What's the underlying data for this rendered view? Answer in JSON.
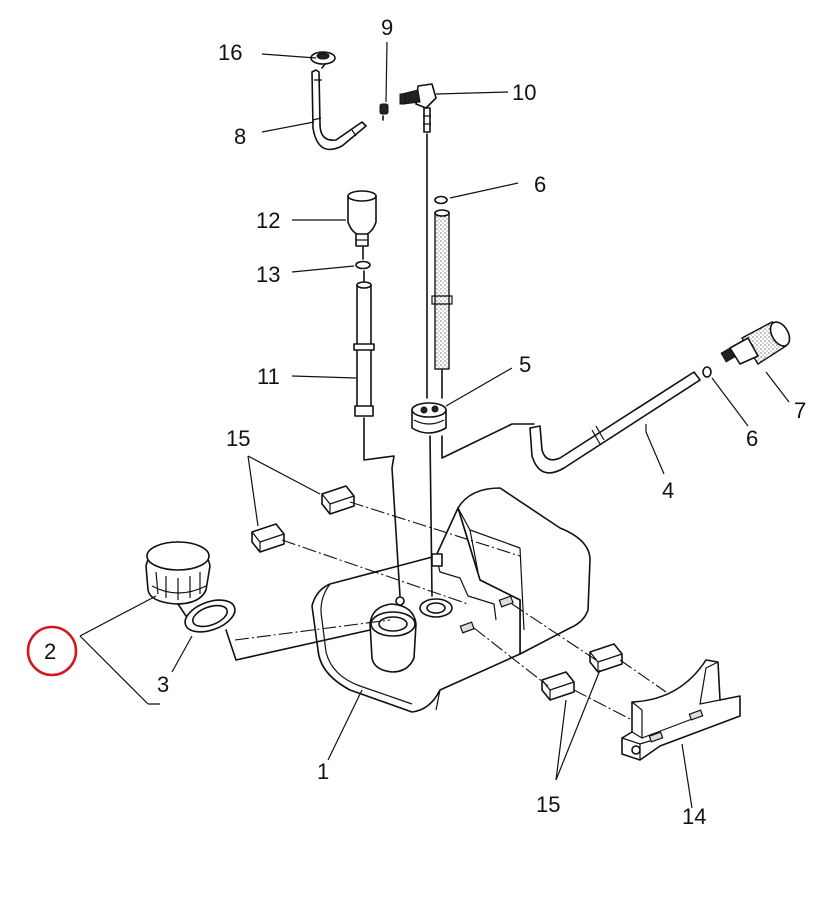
{
  "callouts": {
    "c1": "1",
    "c2": "2",
    "c3": "3",
    "c4": "4",
    "c5": "5",
    "c6a": "6",
    "c6b": "6",
    "c7": "7",
    "c8": "8",
    "c9": "9",
    "c10": "10",
    "c11": "11",
    "c12": "12",
    "c13": "13",
    "c14": "14",
    "c15a": "15",
    "c15b": "15",
    "c16": "16"
  },
  "highlight": {
    "part": "2",
    "color": "#d4161b"
  }
}
